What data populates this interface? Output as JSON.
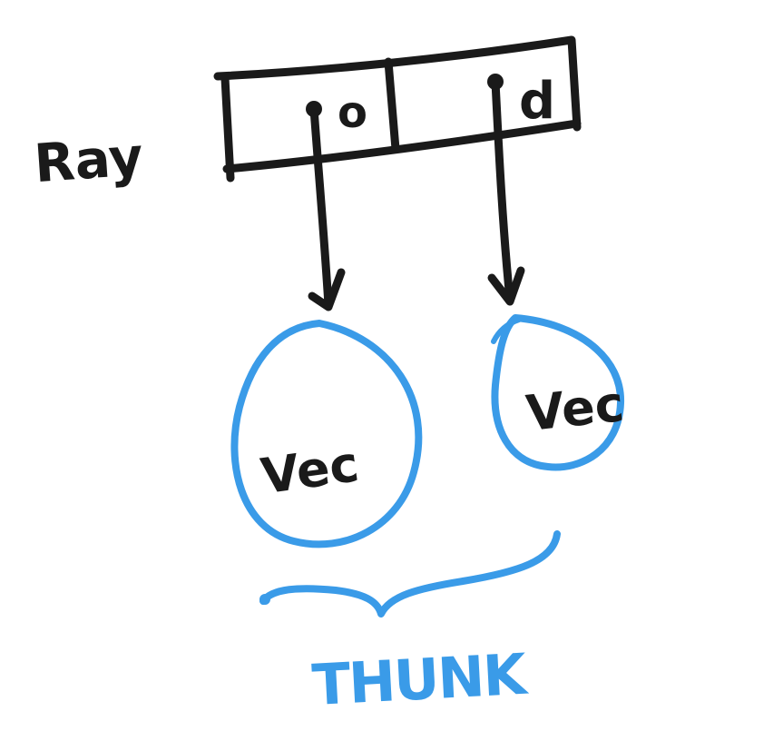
{
  "diagram": {
    "struct_name": "Ray",
    "fields": [
      {
        "name": "o"
      },
      {
        "name": "d"
      }
    ],
    "targets": [
      {
        "label": "Vec"
      },
      {
        "label": "Vec"
      }
    ],
    "group_label": "THUNK"
  },
  "colors": {
    "ink": "#1a1a1a",
    "accent": "#3a9be8",
    "background": "#ffffff"
  }
}
